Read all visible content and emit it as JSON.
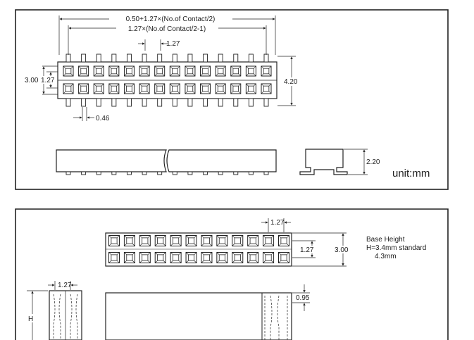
{
  "top_panel": {
    "dim_total": "0.50+1.27×(No.of Contact/2)",
    "dim_pitch_total": "1.27×(No.of Contact/2-1)",
    "dim_pitch": "1.27",
    "dim_row_height": "3.00",
    "dim_row_pitch": "1.27",
    "dim_width": "4.20",
    "dim_pin": "0.46",
    "dim_side_height": "2.20",
    "unit_label": "unit:mm"
  },
  "bottom_panel": {
    "dim_pitch": "1.27",
    "dim_row_pitch": "1.27",
    "dim_height": "3.00",
    "base_height_title": "Base Height",
    "base_height_standard": "H=3.4mm standard",
    "base_height_alt": "4.3mm",
    "dim_side_pitch": "1.27",
    "dim_h": "H",
    "dim_step": "0.95"
  },
  "colors": {
    "line": "#222222",
    "background": "#ffffff"
  }
}
